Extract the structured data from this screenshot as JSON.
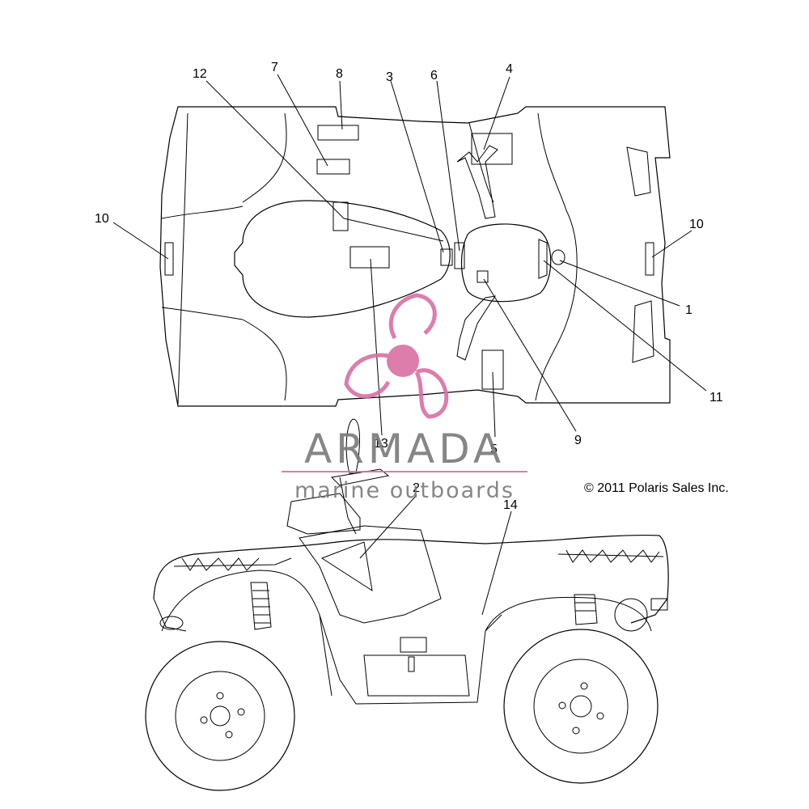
{
  "callouts": {
    "c1": "1",
    "c2": "2",
    "c3": "3",
    "c4": "4",
    "c5": "5",
    "c6": "6",
    "c7": "7",
    "c8": "8",
    "c9": "9",
    "c10_left": "10",
    "c10_right": "10",
    "c11": "11",
    "c12": "12",
    "c13": "13",
    "c14": "14"
  },
  "copyright": "© 2011 Polaris Sales Inc.",
  "watermark": {
    "title": "ARMADA",
    "subtitle": "marine outboards",
    "color": "#d96fa3",
    "text_color": "#7a7a7a"
  },
  "colors": {
    "line": "#000000",
    "background": "#ffffff"
  }
}
